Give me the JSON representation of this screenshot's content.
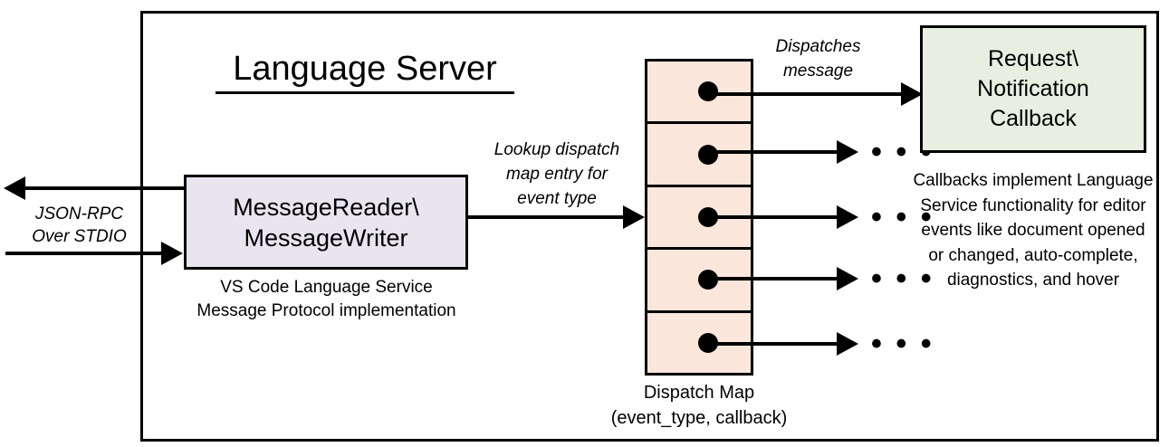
{
  "diagram": {
    "title": "Language Server",
    "boxes": {
      "message_io": {
        "line1": "MessageReader\\",
        "line2": "MessageWriter",
        "caption_line1": "VS Code Language Service",
        "caption_line2": "Message Protocol implementation",
        "fill": "#e9e5f0"
      },
      "callback": {
        "line1": "Request\\",
        "line2": "Notification",
        "line3": "Callback",
        "fill": "#e9efe0",
        "caption": "Callbacks implement Language Service functionality for editor events like document opened or changed, auto-complete, diagnostics, and hover"
      },
      "dispatch_map": {
        "caption_line1": "Dispatch Map",
        "caption_line2": "(event_type, callback)",
        "fill": "#fae6da",
        "cell_count": 5
      }
    },
    "labels": {
      "jsonrpc_line1": "JSON-RPC",
      "jsonrpc_line2": "Over STDIO",
      "lookup_line1": "Lookup dispatch",
      "lookup_line2": "map entry for",
      "lookup_line3": "event type",
      "dispatches_line1": "Dispatches",
      "dispatches_line2": "message",
      "ellipsis": "• • •"
    },
    "colors": {
      "stroke": "#000000",
      "background": "#ffffff"
    }
  }
}
